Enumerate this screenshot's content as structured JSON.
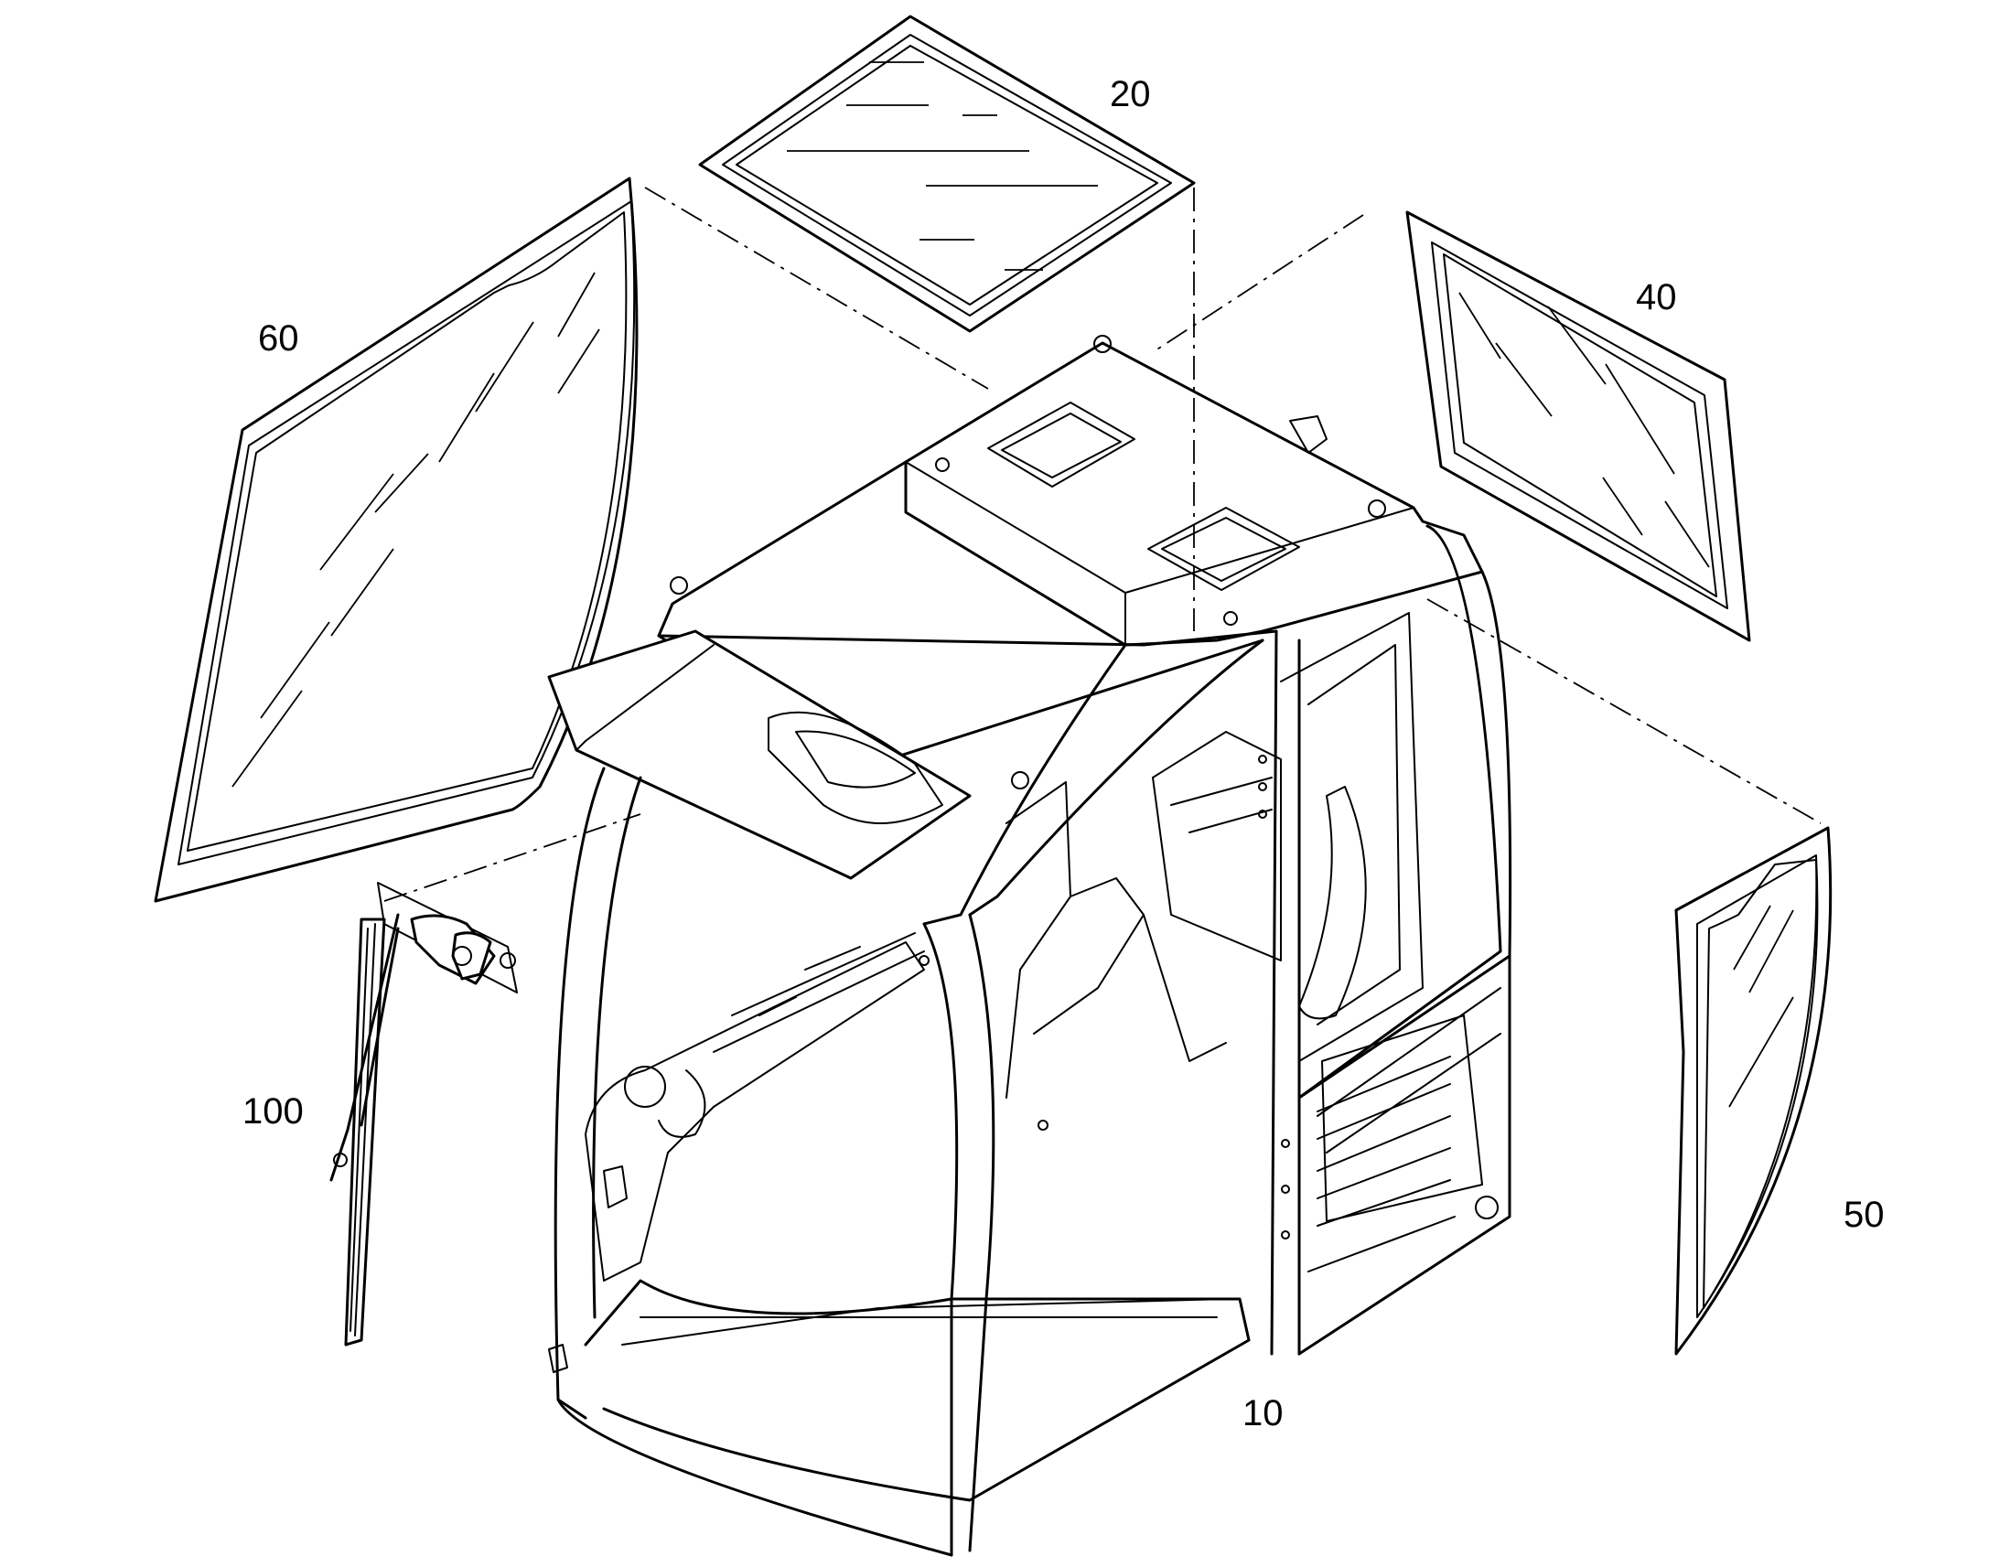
{
  "callouts": {
    "roof_glass": "20",
    "front_glass": "60",
    "rear_glass": "40",
    "right_side_glass": "50",
    "wiper_assembly": "100",
    "cab_frame": "10"
  }
}
